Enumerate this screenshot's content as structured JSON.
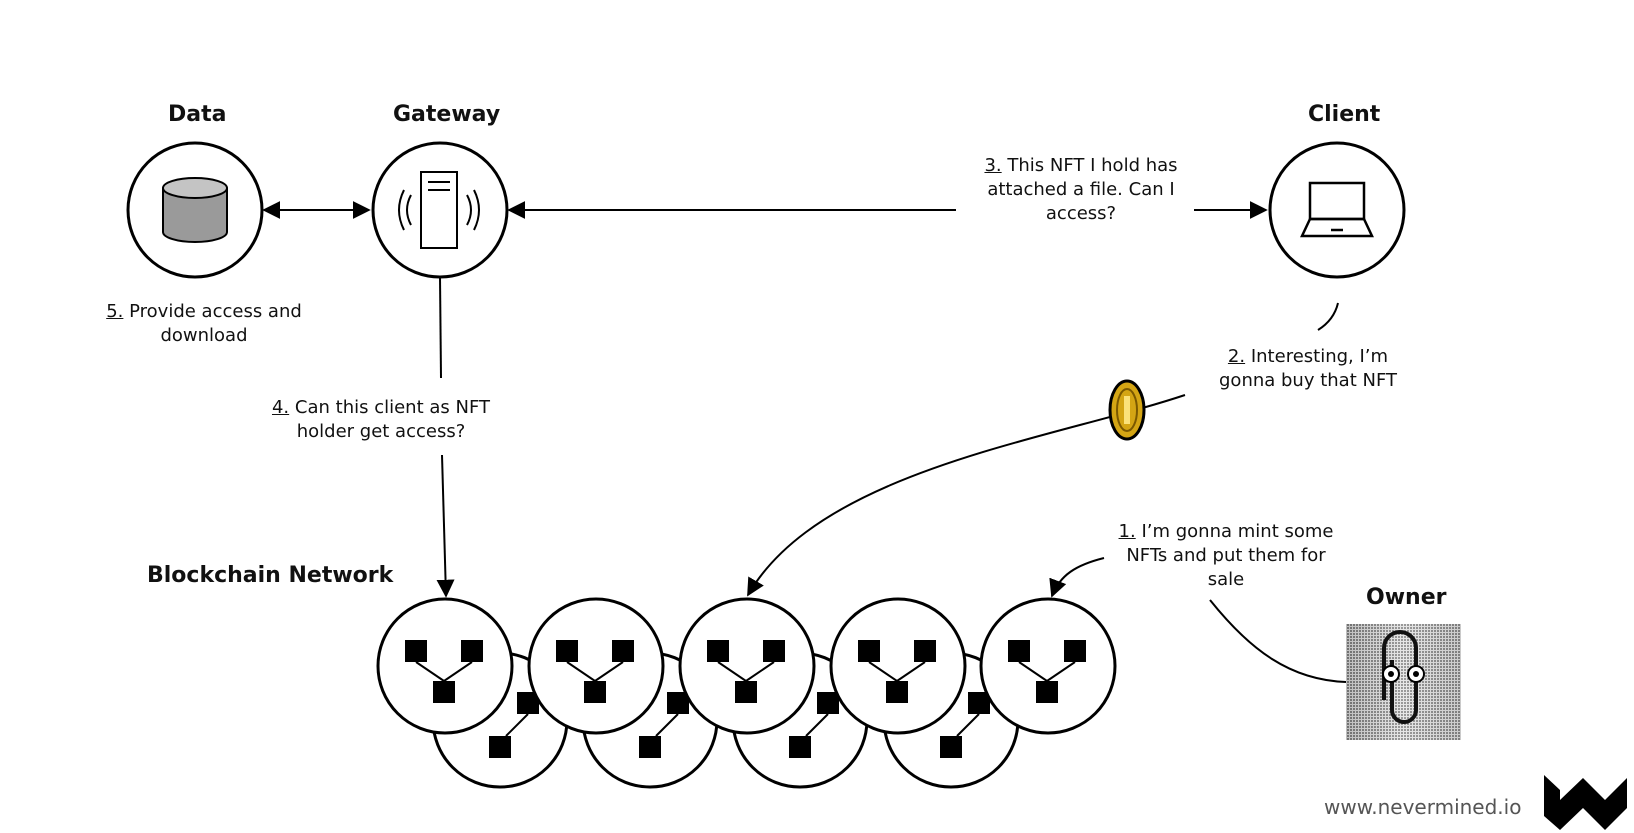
{
  "titles": {
    "data": "Data",
    "gateway": "Gateway",
    "client": "Client",
    "blockchain": "Blockchain Network",
    "owner": "Owner"
  },
  "steps": {
    "s1": {
      "num": "1.",
      "text": "I’m gonna mint some NFTs and put them for sale"
    },
    "s2": {
      "num": "2.",
      "text": "Interesting, I’m gonna buy that NFT"
    },
    "s3": {
      "num": "3.",
      "text": "This NFT I hold has attached a file. Can I access?"
    },
    "s4": {
      "num": "4.",
      "text": "Can this client as NFT holder get access?"
    },
    "s5": {
      "num": "5.",
      "text": "Provide access and download"
    }
  },
  "footer": {
    "url": "www.nevermined.io"
  },
  "icons": {
    "data": "database-icon",
    "gateway": "server-icon",
    "client": "laptop-icon",
    "owner": "paperclip-icon",
    "coin": "coin-icon",
    "node": "blockchain-node-icon",
    "logo": "nevermined-logo-icon"
  },
  "colors": {
    "coin": "#d4a514",
    "database": "#9a9a9a",
    "stroke": "#000000"
  }
}
